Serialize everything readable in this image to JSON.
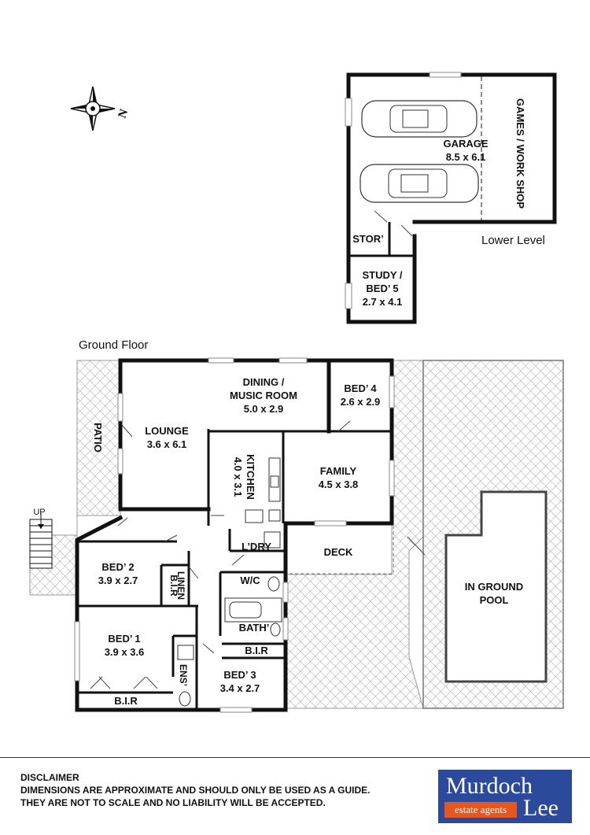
{
  "level_labels": {
    "lower": "Lower Level",
    "ground": "Ground Floor"
  },
  "compass_label": "N",
  "rooms": {
    "garage_name": "GARAGE",
    "garage_dim": "8.5 x 6.1",
    "games": "GAMES / WORK SHOP",
    "stor": "STOR’",
    "study_1": "STUDY /",
    "study_2": "BED’ 5",
    "study_dim": "2.7 x 4.1",
    "dining_1": "DINING /",
    "dining_2": "MUSIC ROOM",
    "dining_dim": "5.0 x 2.9",
    "bed4": "BED’ 4",
    "bed4_dim": "2.6 x 2.9",
    "lounge": "LOUNGE",
    "lounge_dim": "3.6 x 6.1",
    "kitchen": "KITCHEN",
    "kitchen_dim": "4.0 x 3.1",
    "family": "FAMILY",
    "family_dim": "4.5 x 3.8",
    "patio": "PATIO",
    "up": "UP",
    "ldry": "L’DRY",
    "deck": "DECK",
    "bed2": "BED’ 2",
    "bed2_dim": "3.9 x 2.7",
    "bir_a": "B.I.R",
    "linen": "LINEN",
    "wc": "W/C",
    "bath": "BATH’",
    "bir_b": "B.I.R",
    "bed1": "BED’ 1",
    "bed1_dim": "3.9 x 3.6",
    "ens": "ENS’",
    "bed3": "BED’ 3",
    "bed3_dim": "3.4 x 2.7",
    "bir_c": "B.I.R",
    "pool_1": "IN GROUND",
    "pool_2": "POOL"
  },
  "disclaimer": {
    "title": "DISCLAIMER",
    "line1": "DIMENSIONS ARE APPROXIMATE AND SHOULD ONLY BE USED AS A GUIDE.",
    "line2": "THEY ARE NOT TO SCALE AND NO LIABILITY WILL BE ACCEPTED."
  },
  "logo": {
    "name": "Murdoch",
    "tagline": "estate agents",
    "name2": "Lee"
  },
  "colors": {
    "logo_blue": "#2b4a9b",
    "logo_orange": "#e5571e",
    "hatch": "#999999"
  }
}
